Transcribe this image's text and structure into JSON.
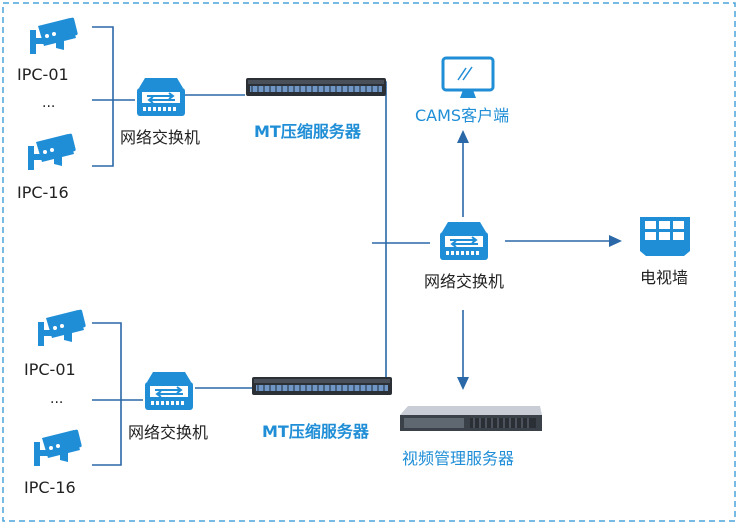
{
  "colors": {
    "accent": "#1f8ed6",
    "line": "#2a68a8",
    "dashed_border": "#4aa3da",
    "text": "#222222"
  },
  "groups": [
    {
      "cameras": [
        "IPC-01",
        "IPC-16"
      ],
      "ellipsis": "...",
      "switch_label": "网络交换机",
      "server_label": "MT压缩服务器"
    },
    {
      "cameras": [
        "IPC-01",
        "IPC-16"
      ],
      "ellipsis": "...",
      "switch_label": "网络交换机",
      "server_label": "MT压缩服务器"
    }
  ],
  "center": {
    "switch_label": "网络交换机"
  },
  "outputs": {
    "client_label": "CAMS客户端",
    "wall_label": "电视墙",
    "vms_label": "视频管理服务器"
  },
  "icons": {
    "camera": "cctv-camera-icon",
    "switch": "network-switch-icon",
    "rack": "rack-server-icon",
    "monitor": "monitor-icon",
    "tv_wall": "video-wall-icon",
    "vms": "tower-server-icon"
  }
}
